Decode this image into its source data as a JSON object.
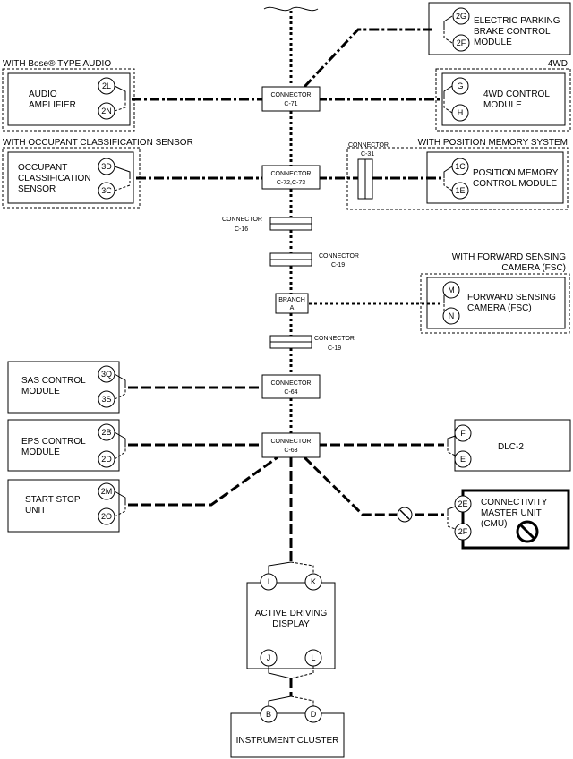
{
  "connectors": {
    "c71": [
      "CONNECTOR",
      "C-71"
    ],
    "c72": [
      "CONNECTOR",
      "C-72,C-73"
    ],
    "c16": [
      "CONNECTOR",
      "C-16"
    ],
    "c19a": [
      "CONNECTOR",
      "C-19"
    ],
    "branch": [
      "BRANCH",
      "A"
    ],
    "c19b": [
      "CONNECTOR",
      "C-19"
    ],
    "c64": [
      "CONNECTOR",
      "C-64"
    ],
    "c63": [
      "CONNECTOR",
      "C-63"
    ],
    "c31": [
      "CONNECTOR",
      "C-31"
    ]
  },
  "groups": {
    "bose": "WITH Bose® TYPE AUDIO",
    "wd4": "4WD",
    "ocs": "WITH OCCUPANT CLASSIFICATION SENSOR",
    "pms": "WITH POSITION MEMORY SYSTEM",
    "fsc": [
      "WITH FORWARD SENSING",
      "CAMERA (FSC)"
    ]
  },
  "modules": {
    "epb": {
      "name": [
        "ELECTRIC PARKING",
        "BRAKE CONTROL",
        "MODULE"
      ],
      "pins": [
        "2G",
        "2F"
      ]
    },
    "audio": {
      "name": [
        "AUDIO",
        "AMPLIFIER"
      ],
      "pins": [
        "2L",
        "2N"
      ]
    },
    "wd4": {
      "name": [
        "4WD CONTROL",
        "MODULE"
      ],
      "pins": [
        "G",
        "H"
      ]
    },
    "ocs": {
      "name": [
        "OCCUPANT",
        "CLASSIFICATION",
        "SENSOR"
      ],
      "pins": [
        "3D",
        "3C"
      ]
    },
    "pmc": {
      "name": [
        "POSITION MEMORY",
        "CONTROL MODULE"
      ],
      "pins": [
        "1C",
        "1E"
      ]
    },
    "fsc": {
      "name": [
        "FORWARD SENSING",
        "CAMERA (FSC)"
      ],
      "pins": [
        "M",
        "N"
      ]
    },
    "sas": {
      "name": [
        "SAS CONTROL",
        "MODULE"
      ],
      "pins": [
        "3Q",
        "3S"
      ]
    },
    "eps": {
      "name": [
        "EPS CONTROL",
        "MODULE"
      ],
      "pins": [
        "2B",
        "2D"
      ]
    },
    "dlc": {
      "name": [
        "DLC-2"
      ],
      "pins": [
        "F",
        "E"
      ]
    },
    "ssu": {
      "name": [
        "START STOP",
        "UNIT"
      ],
      "pins": [
        "2M",
        "2O"
      ]
    },
    "cmu": {
      "name": [
        "CONNECTIVITY",
        "MASTER UNIT",
        "(CMU)"
      ],
      "pins": [
        "2E",
        "2F"
      ]
    },
    "add": {
      "name": [
        "ACTIVE DRIVING",
        "DISPLAY"
      ],
      "pins": [
        "I",
        "K",
        "J",
        "L"
      ]
    },
    "ic": {
      "name": [
        "INSTRUMENT CLUSTER"
      ],
      "pins": [
        "B",
        "D"
      ]
    }
  }
}
